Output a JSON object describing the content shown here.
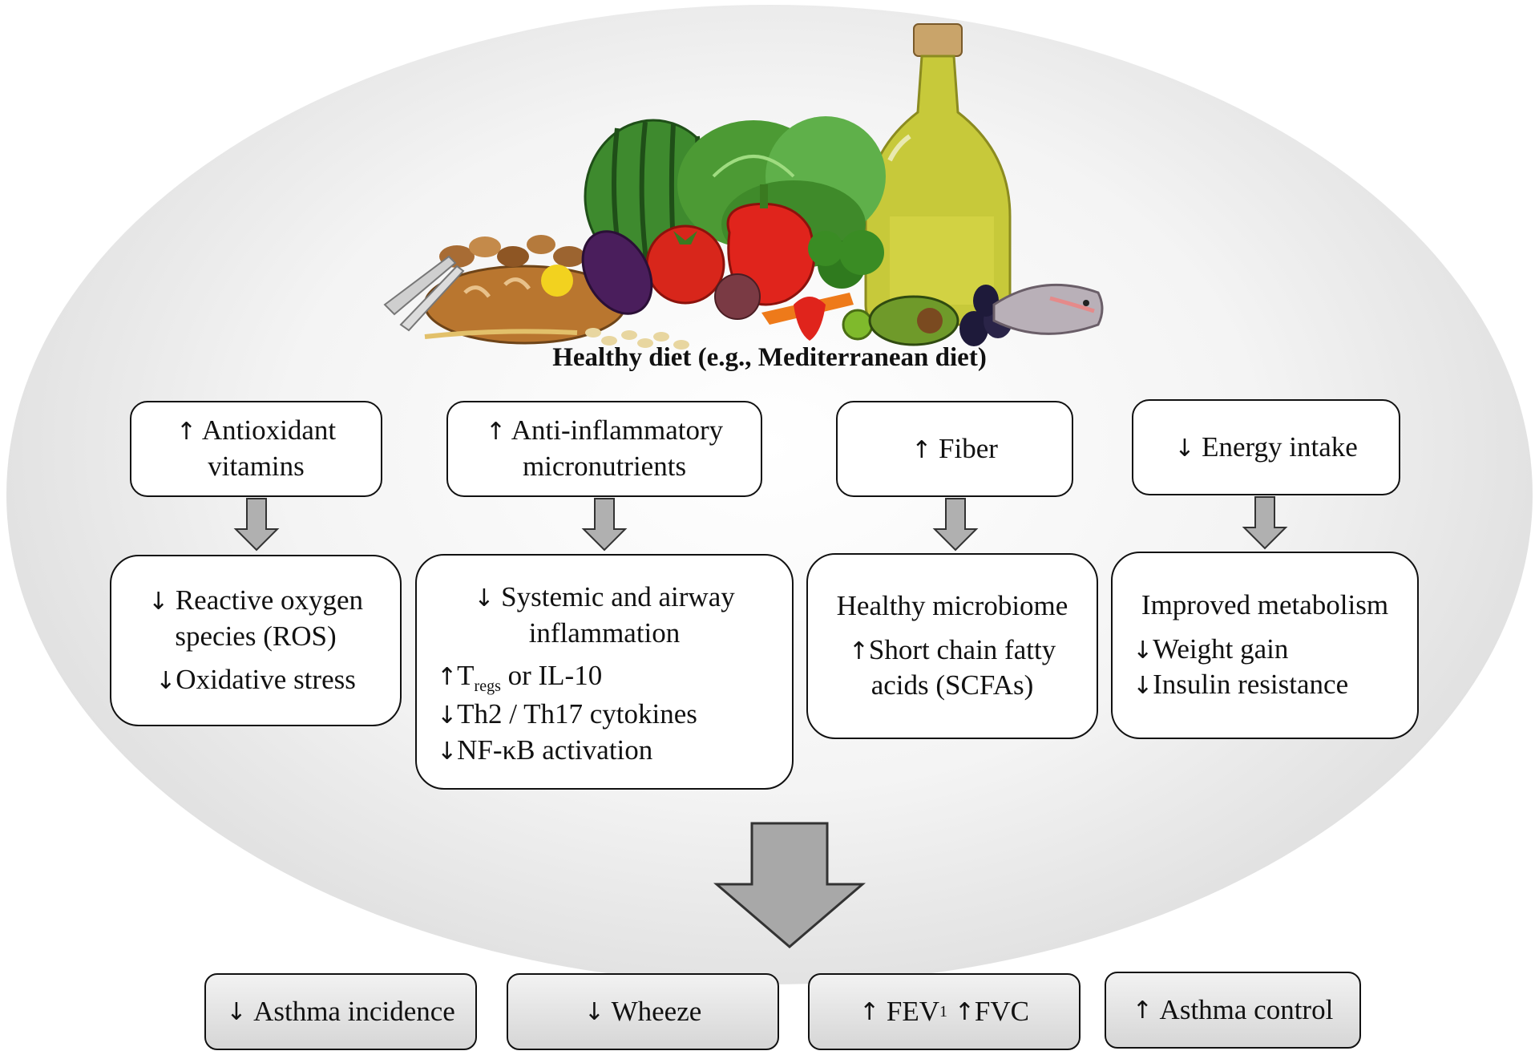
{
  "title": "Healthy diet (e.g., Mediterranean diet)",
  "colors": {
    "arrow_fill": "#b0b0b0",
    "outcome_fill": "#dcdcdc",
    "box_border": "#111111"
  },
  "icons": [
    "food-illustration",
    "up-arrow",
    "down-arrow",
    "flow-arrow"
  ],
  "columns": [
    {
      "nutrient": {
        "arrow": "↑",
        "text": "Antioxidant vitamins"
      },
      "effect": {
        "lead": {
          "arrow": "↓",
          "text": "Reactive oxygen species (ROS)"
        },
        "items": [
          {
            "arrow": "↓",
            "text": "Oxidative stress"
          }
        ]
      }
    },
    {
      "nutrient": {
        "arrow": "↑",
        "text": "Anti-inflammatory micronutrients"
      },
      "effect": {
        "lead": {
          "arrow": "↓",
          "text": "Systemic and airway inflammation"
        },
        "items": [
          {
            "arrow": "↑",
            "text_main": "T",
            "text_sub": "regs",
            "text_rest": " or IL-10"
          },
          {
            "arrow": "↓",
            "text": "Th2 / Th17 cytokines"
          },
          {
            "arrow": "↓",
            "text": "NF-κB activation"
          }
        ]
      }
    },
    {
      "nutrient": {
        "arrow": "↑",
        "text": "Fiber"
      },
      "effect": {
        "lead": {
          "arrow": "",
          "text": "Healthy microbiome"
        },
        "items": [
          {
            "arrow": "↑",
            "text": "Short chain fatty acids (SCFAs)"
          }
        ]
      }
    },
    {
      "nutrient": {
        "arrow": "↓",
        "text": "Energy intake"
      },
      "effect": {
        "lead": {
          "arrow": "",
          "text": "Improved metabolism"
        },
        "items": [
          {
            "arrow": "↓",
            "text": "Weight gain"
          },
          {
            "arrow": "↓",
            "text": "Insulin resistance"
          }
        ]
      }
    }
  ],
  "outcomes": [
    {
      "arrow": "↓",
      "text": "Asthma incidence"
    },
    {
      "arrow": "↓",
      "text": "Wheeze"
    },
    {
      "arrow1": "↑",
      "text1": "FEV",
      "sub": "1",
      "arrow2": "↑",
      "text2": "FVC"
    },
    {
      "arrow": "↑",
      "text": "Asthma control"
    }
  ]
}
